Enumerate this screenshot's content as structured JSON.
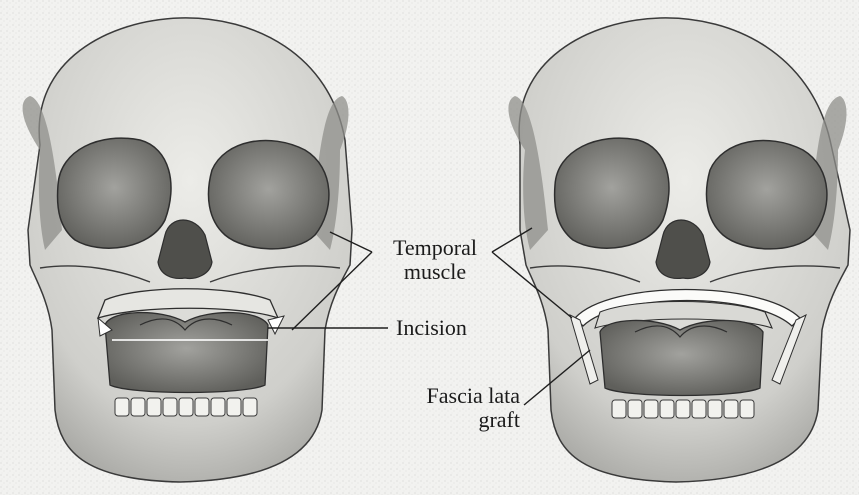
{
  "labels": {
    "temporal_muscle_line1": "Temporal",
    "temporal_muscle_line2": "muscle",
    "incision": "Incision",
    "fascia_lata_line1": "Fascia lata",
    "fascia_lata_line2": "graft"
  },
  "colors": {
    "background": "#f2f2f0",
    "bone_light": "#e4e4e0",
    "bone_mid": "#b8b8b4",
    "bone_dark": "#6e6e6a",
    "socket": "#8d8d89",
    "outline": "#2a2a2a",
    "graft": "#f7f7f5",
    "label_text": "#1b1b1b"
  }
}
